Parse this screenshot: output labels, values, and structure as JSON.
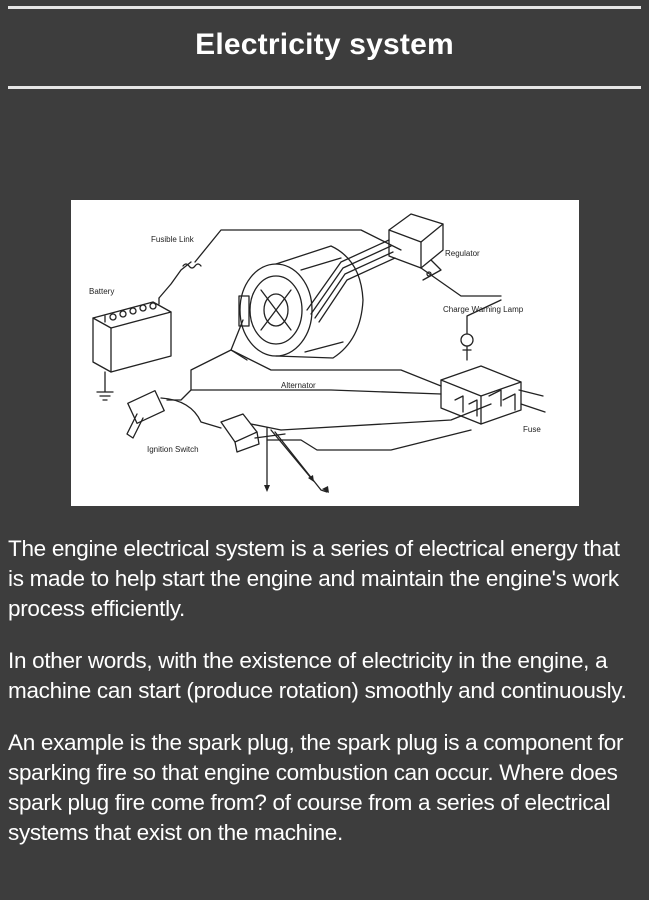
{
  "header": {
    "title": "Electricity system"
  },
  "diagram": {
    "labels": {
      "fusible_link": "Fusible Link",
      "battery": "Battery",
      "regulator": "Regulator",
      "charge_warning_lamp": "Charge Warning Lamp",
      "alternator": "Alternator",
      "fuse": "Fuse",
      "ignition_switch": "Ignition Switch"
    }
  },
  "content": {
    "paragraphs": [
      "The engine electrical system is a series of electrical energy that is made to help start the engine and maintain the engine's work process efficiently.",
      "In other words, with the existence of electricity in the engine, a machine can start (produce rotation) smoothly and continuously.",
      "An example is the spark plug, the spark plug is a component for sparking fire so that engine combustion can occur. Where does spark plug fire come from? of course from a series of electrical systems that exist on the machine."
    ]
  },
  "colors": {
    "background": "#3d3d3d",
    "text": "#ffffff",
    "rule": "#e6e6e6",
    "figure_background": "#ffffff"
  }
}
